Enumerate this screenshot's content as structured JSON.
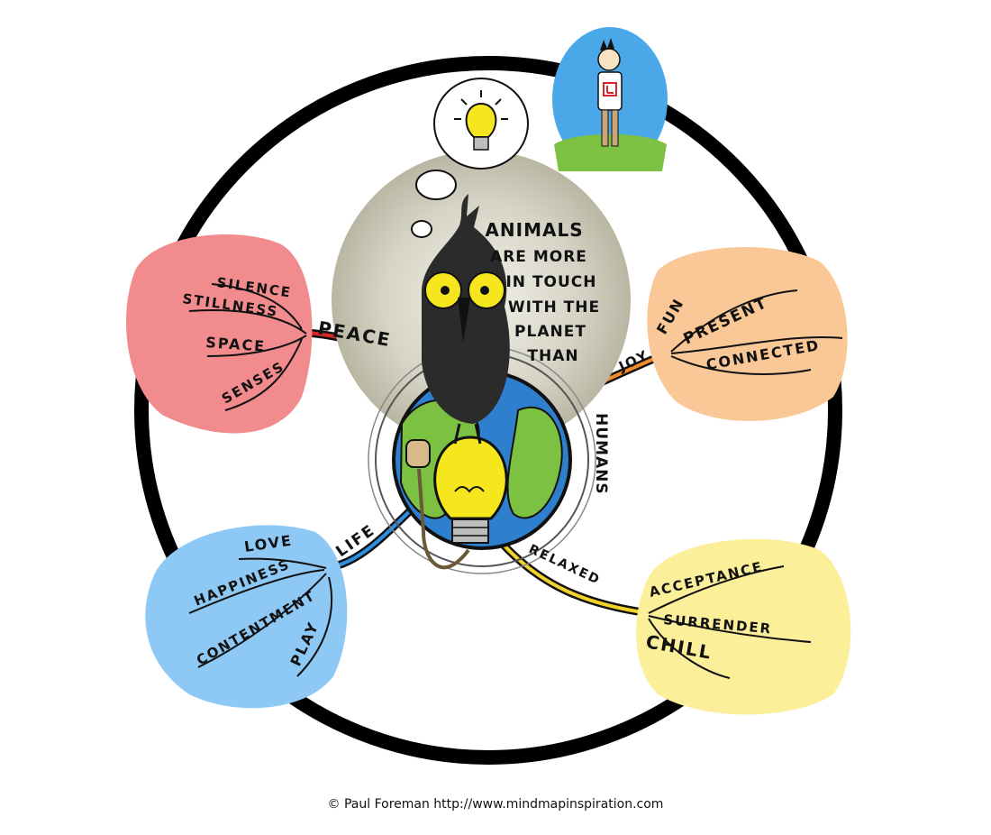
{
  "center": {
    "lines": [
      "ANIMALS",
      "ARE MORE",
      "IN TOUCH",
      "WITH THE",
      "PLANET",
      "THAN"
    ],
    "continuation": "HUMANS"
  },
  "branches": {
    "peace": {
      "label": "PEACE",
      "color": "#f28b8e",
      "items": [
        "SILENCE",
        "STILLNESS",
        "SPACE",
        "SENSES"
      ]
    },
    "joy": {
      "label": "JOY",
      "color": "#f9c896",
      "items": [
        "FUN",
        "PRESENT",
        "CONNECTED"
      ]
    },
    "life": {
      "label": "LIFE",
      "color": "#8ec9f5",
      "items": [
        "LOVE",
        "HAPPINESS",
        "CONTENTMENT",
        "PLAY"
      ]
    },
    "relaxed": {
      "label": "RELAXED",
      "color": "#fbef9a",
      "items": [
        "ACCEPTANCE",
        "SURRENDER",
        "CHILL"
      ]
    }
  },
  "colors": {
    "ring": "#000000",
    "halo": "#c9c6b4",
    "ocean": "#2f7fcf",
    "land": "#7cc142",
    "bulb": "#f5e61e",
    "sky": "#4aa8e8"
  },
  "footer": {
    "credit": "© Paul Foreman http://www.mindmapinspiration.com"
  }
}
